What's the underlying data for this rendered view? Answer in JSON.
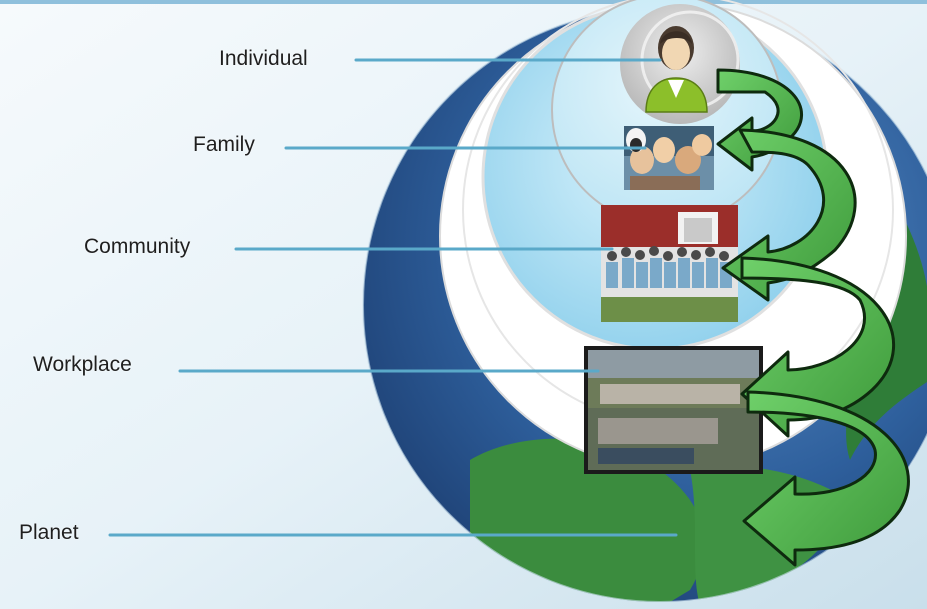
{
  "diagram": {
    "levels": [
      {
        "label": "Individual",
        "icon": "person-icon"
      },
      {
        "label": "Family",
        "icon": "family-photo"
      },
      {
        "label": "Community",
        "icon": "community-photo"
      },
      {
        "label": "Workplace",
        "icon": "workplace-photo"
      },
      {
        "label": "Planet",
        "icon": "earth-globe"
      }
    ],
    "colors": {
      "background": "#e9f3f8",
      "connector_line": "#5aa9c9",
      "arrow_fill": "#5cc05a",
      "arrow_stroke": "#0e2a0e",
      "globe_ocean": "#2b5d98",
      "globe_land": "#3a8a3c",
      "community_circle": "#a8dcf0",
      "family_circle": "#c8ecf8",
      "individual_circle": "#d8d8d8",
      "avatar_body": "#8cbf2a"
    }
  }
}
